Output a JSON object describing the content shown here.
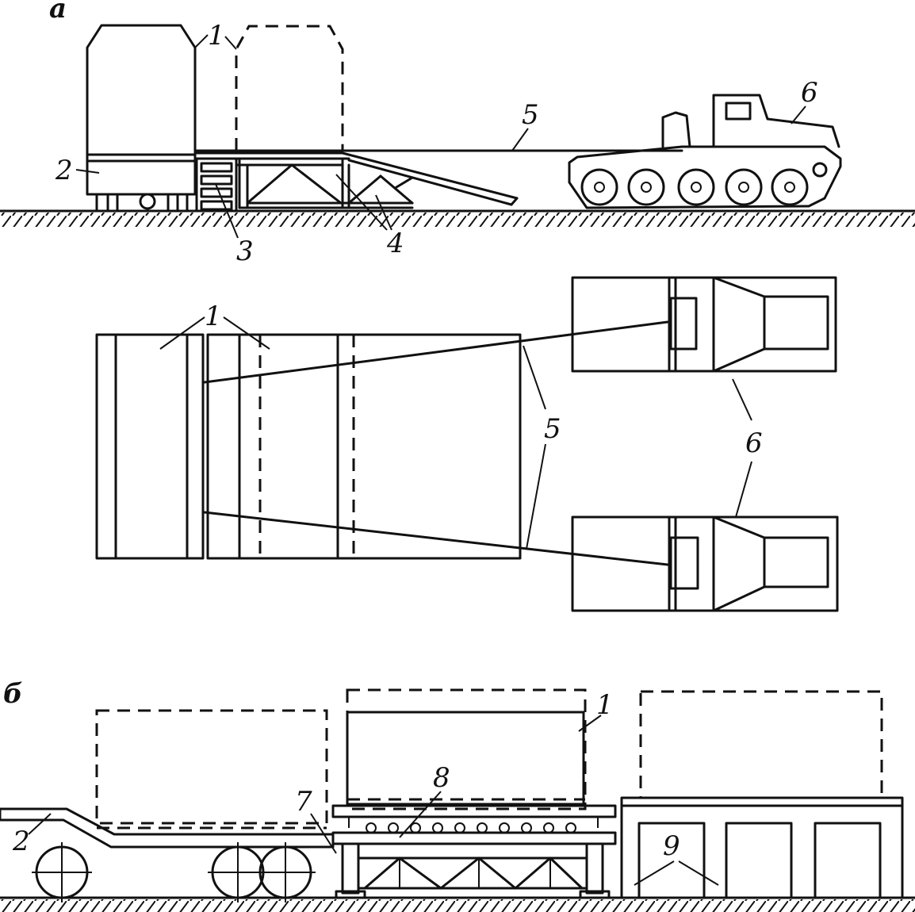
{
  "panels": {
    "a": "а",
    "b": "б"
  },
  "labels": {
    "container": "1",
    "vehicle": "2",
    "rollers": "3",
    "ramp": "4",
    "cable": "5",
    "tractor": "6",
    "platform": "7",
    "roller_track": "8",
    "bays": "9"
  }
}
